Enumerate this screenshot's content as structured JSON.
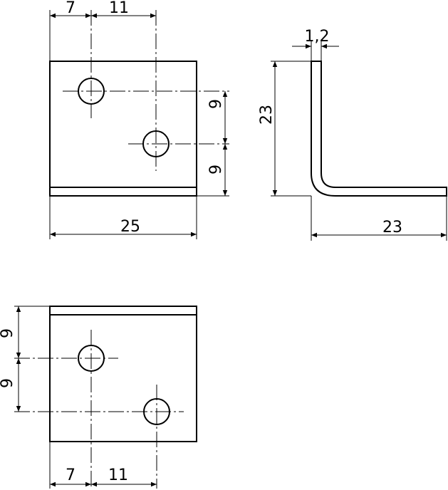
{
  "drawing": {
    "front_view": {
      "dim_hole1_x": "7",
      "dim_hole_spacing_x": "11",
      "dim_hole_spacing_y": "9",
      "dim_hole2_to_bottom": "9",
      "dim_width": "25"
    },
    "side_view": {
      "dim_thickness": "1,2",
      "dim_height": "23",
      "dim_length": "23"
    },
    "bottom_view": {
      "dim_top_to_hole1": "9",
      "dim_hole_spacing_y": "9",
      "dim_hole1_x": "7",
      "dim_hole_spacing_x": "11"
    }
  }
}
